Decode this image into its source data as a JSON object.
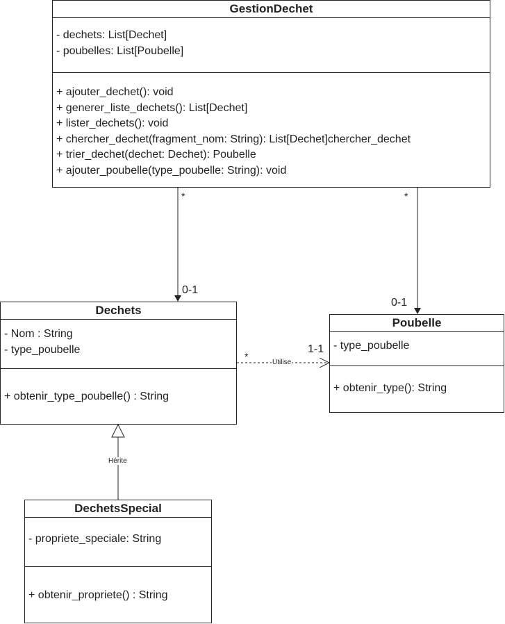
{
  "classes": {
    "gestion": {
      "name": "GestionDechet",
      "attributes": [
        "- dechets: List[Dechet]",
        "- poubelles: List[Poubelle]"
      ],
      "methods": [
        "+ ajouter_dechet(): void",
        "+ generer_liste_dechets(): List[Dechet]",
        "+ lister_dechets(): void",
        "+ chercher_dechet(fragment_nom: String): List[Dechet]chercher_dechet",
        "+ trier_dechet(dechet: Dechet): Poubelle",
        "+ ajouter_poubelle(type_poubelle: String): void"
      ]
    },
    "dechets": {
      "name": "Dechets",
      "attributes": [
        "- Nom : String",
        "- type_poubelle"
      ],
      "methods": [
        "+ obtenir_type_poubelle() : String"
      ]
    },
    "poubelle": {
      "name": "Poubelle",
      "attributes": [
        "- type_poubelle"
      ],
      "methods": [
        "+ obtenir_type(): String"
      ]
    },
    "special": {
      "name": "DechetsSpecial",
      "attributes": [
        "- propriete_speciale: String"
      ],
      "methods": [
        "+ obtenir_propriete() : String"
      ]
    }
  },
  "relations": {
    "gestion_dechets": {
      "source_mult": "*",
      "target_mult": "0-1"
    },
    "gestion_poubelle": {
      "source_mult": "*",
      "target_mult": "0-1"
    },
    "dechets_poubelle": {
      "label": "Utilise",
      "source_mult": "*",
      "target_mult": "1-1"
    },
    "inheritance": {
      "label": "Hérite"
    }
  },
  "colors": {
    "stroke": "#222222",
    "background": "#ffffff"
  }
}
